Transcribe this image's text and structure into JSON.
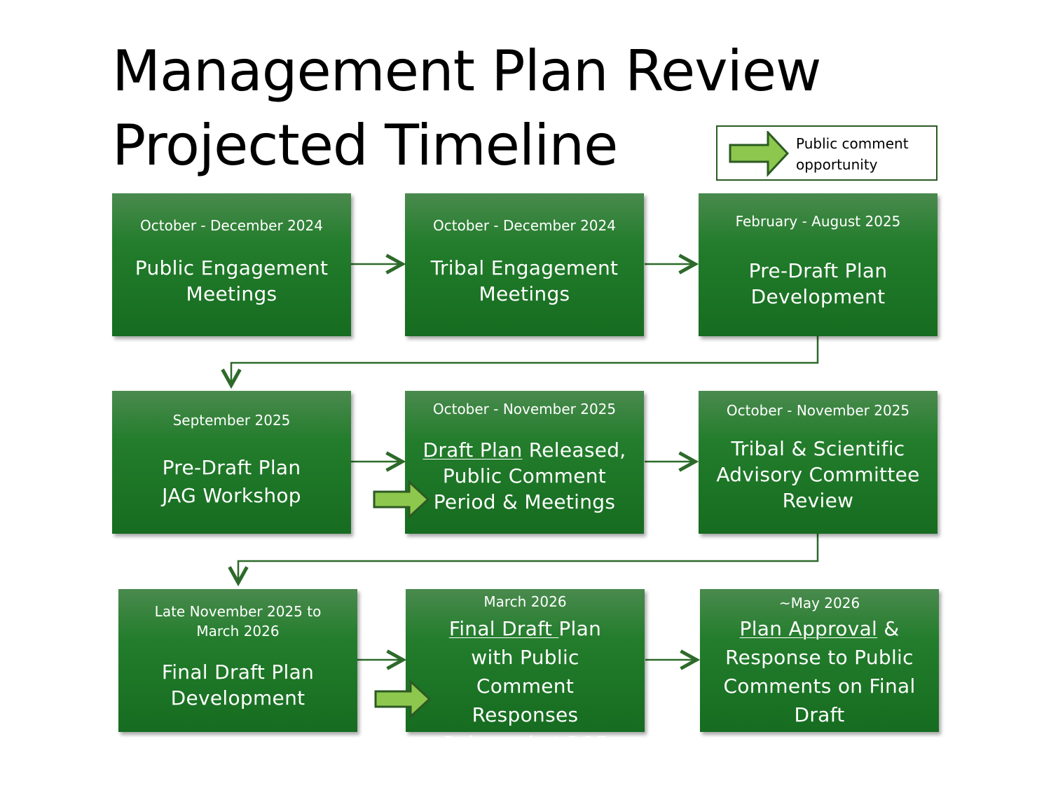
{
  "title": {
    "line1": "Management Plan Review",
    "line2": "Projected Timeline"
  },
  "legend": {
    "label_line1": "Public comment",
    "label_line2": "opportunity"
  },
  "colors": {
    "box": "#1a7224",
    "connector": "#2d6a2a",
    "comment_arrow": "#8dc74d"
  },
  "boxes": [
    {
      "date": "October - December 2024",
      "underlined": "",
      "text": "Public Engagement Meetings",
      "public_comment": false
    },
    {
      "date": "October - December 2024",
      "underlined": "",
      "text": "Tribal Engagement Meetings",
      "public_comment": false
    },
    {
      "date": "February - August 2025",
      "underlined": "",
      "text": "Pre-Draft Plan Development",
      "public_comment": false
    },
    {
      "date": "September 2025",
      "underlined": "",
      "text": "Pre-Draft Plan JAG Workshop",
      "public_comment": false
    },
    {
      "date": "October - November 2025",
      "underlined": "Draft Plan",
      "text": " Released, Public Comment Period & Meetings",
      "public_comment": true
    },
    {
      "date": "October - November 2025",
      "underlined": "",
      "text": "Tribal & Scientific Advisory Committee Review",
      "public_comment": false
    },
    {
      "date": "Late November 2025 to March 2026",
      "underlined": "",
      "text": "Final Draft Plan Development",
      "public_comment": false
    },
    {
      "date": "March 2026",
      "underlined": "Final Draft ",
      "text": "Plan with Public Comment Responses Released at BOF",
      "public_comment": true
    },
    {
      "date": "~May 2026",
      "underlined": "Plan Approval",
      "text": " & Response to Public Comments on Final Draft",
      "public_comment": false
    }
  ]
}
